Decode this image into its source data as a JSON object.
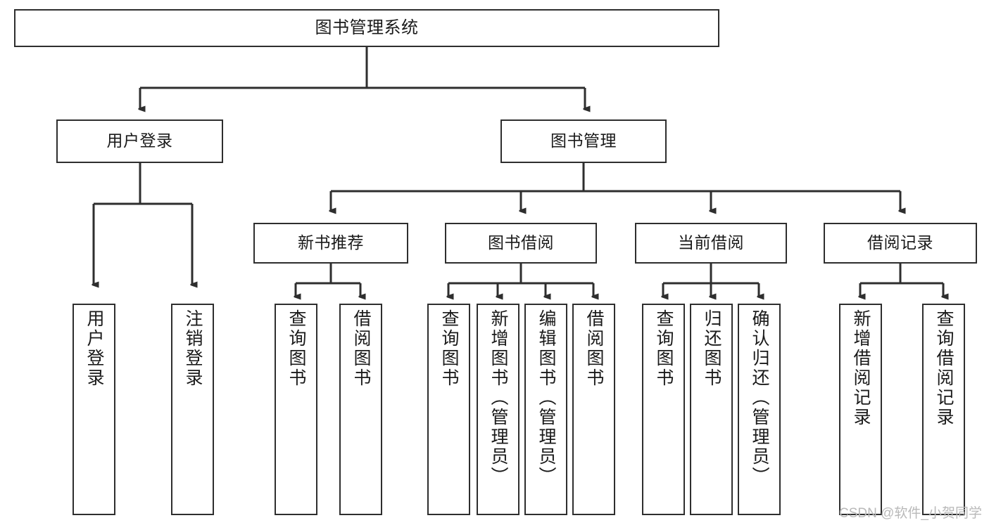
{
  "diagram": {
    "title": "图书管理系统",
    "type": "hierarchy-tree",
    "nodes": {
      "root": {
        "label": "图书管理系统"
      },
      "level2": [
        {
          "id": "user-login",
          "label": "用户登录"
        },
        {
          "id": "book-management",
          "label": "图书管理"
        }
      ],
      "level3": [
        {
          "id": "new-book-recommend",
          "label": "新书推荐"
        },
        {
          "id": "book-borrow",
          "label": "图书借阅"
        },
        {
          "id": "current-borrow",
          "label": "当前借阅"
        },
        {
          "id": "borrow-record",
          "label": "借阅记录"
        }
      ],
      "leaves": {
        "user_login": [
          {
            "id": "leaf-user-login",
            "label": "用户登录"
          },
          {
            "id": "leaf-logout-login",
            "label": "注销登录"
          }
        ],
        "new_book_recommend": [
          {
            "id": "leaf-query-book-1",
            "label": "查询图书"
          },
          {
            "id": "leaf-borrow-book-1",
            "label": "借阅图书"
          }
        ],
        "book_borrow": [
          {
            "id": "leaf-query-book-2",
            "label": "查询图书"
          },
          {
            "id": "leaf-add-book",
            "label": "新增图书（管理员）"
          },
          {
            "id": "leaf-edit-book",
            "label": "编辑图书（管理员）"
          },
          {
            "id": "leaf-borrow-book-2",
            "label": "借阅图书"
          }
        ],
        "current_borrow": [
          {
            "id": "leaf-query-book-3",
            "label": "查询图书"
          },
          {
            "id": "leaf-return-book",
            "label": "归还图书"
          },
          {
            "id": "leaf-confirm-return",
            "label": "确认归还（管理员）"
          }
        ],
        "borrow_record": [
          {
            "id": "leaf-add-record",
            "label": "新增借阅记录"
          },
          {
            "id": "leaf-query-record",
            "label": "查询借阅记录"
          }
        ]
      }
    }
  },
  "watermark": {
    "text": "CSDN @软件_小贺同学"
  },
  "colors": {
    "stroke": "#2e2e2e",
    "background": "#ffffff",
    "text": "#1a1a1a",
    "watermark": "#b9b9b9"
  }
}
